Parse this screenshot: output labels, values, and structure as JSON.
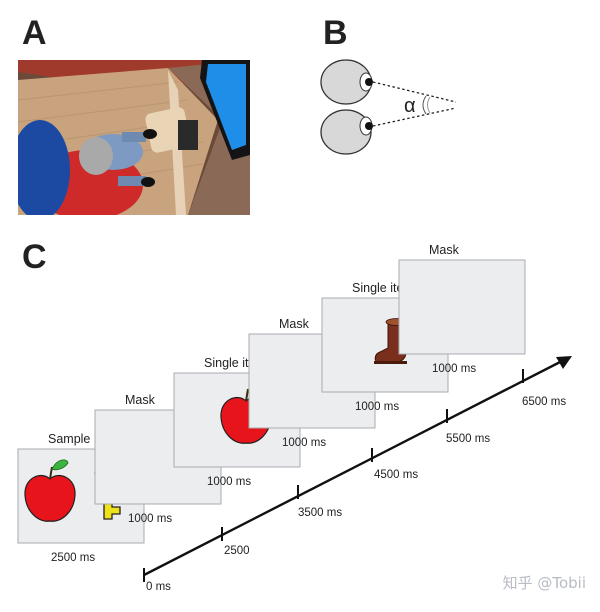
{
  "panels": {
    "a": "A",
    "b": "B",
    "c": "C"
  },
  "eye_diagram": {
    "angle_symbol": "α"
  },
  "sequence": [
    {
      "label": "Sample array",
      "duration": "2500 ms",
      "content": [
        "apple-icon",
        "key-icon"
      ]
    },
    {
      "label": "Mask",
      "duration": "1000 ms",
      "content": []
    },
    {
      "label": "Single item repeated",
      "duration": "1000 ms",
      "content": [
        "apple-icon"
      ]
    },
    {
      "label": "Mask",
      "duration": "1000 ms",
      "content": []
    },
    {
      "label": "Single item novel",
      "duration": "1000 ms",
      "content": [
        "boot-icon"
      ]
    },
    {
      "label": "Mask",
      "duration": "1000 ms",
      "content": []
    }
  ],
  "timeline_ticks": [
    "0 ms",
    "2500",
    "3500 ms",
    "4500 ms",
    "5500 ms",
    "6500 ms"
  ],
  "watermark": "知乎 @Tobii",
  "colors": {
    "screen": "#ecedef",
    "screen_border": "#a9abb0",
    "apple": "#e8141b",
    "key": "#f0e21a",
    "boot": "#7a2e1c",
    "monitor": "#1f8ee8"
  }
}
